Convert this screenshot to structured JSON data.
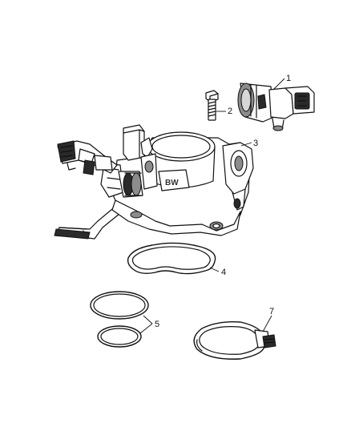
{
  "callouts": [
    {
      "id": "1",
      "label": "1",
      "part": "idle-air-control-motor"
    },
    {
      "id": "2",
      "label": "2",
      "part": "screw"
    },
    {
      "id": "3",
      "label": "3",
      "part": "throttle-body"
    },
    {
      "id": "4",
      "label": "4",
      "part": "gasket"
    },
    {
      "id": "5",
      "label": "5",
      "part": "o-rings"
    },
    {
      "id": "7",
      "label": "7",
      "part": "hose-clamp"
    }
  ],
  "body_marking": "BW"
}
